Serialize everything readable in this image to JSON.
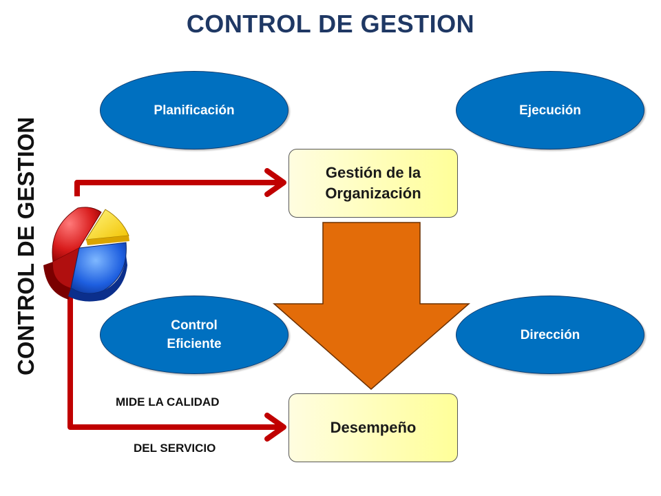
{
  "title": "CONTROL DE GESTION",
  "vertical_label": "CONTROL DE GESTION",
  "ellipses": {
    "planificacion": "Planificación",
    "ejecucion": "Ejecución",
    "control_line1": "Control",
    "control_line2": "Eficiente",
    "direccion": "Dirección"
  },
  "boxes": {
    "gestion_line1": "Gestión de la",
    "gestion_line2": "Organización",
    "desempeno": "Desempeño"
  },
  "notes": {
    "line1": "MIDE LA CALIDAD",
    "line2": "DEL SERVICIO"
  },
  "colors": {
    "ellipse_blue": "#0070c0",
    "arrow_red": "#c00000",
    "down_arrow_orange": "#e36c09",
    "box_yellow": "#ffff99",
    "title_navy": "#1f3864"
  },
  "icons": {
    "pie": "pie-chart-icon"
  }
}
